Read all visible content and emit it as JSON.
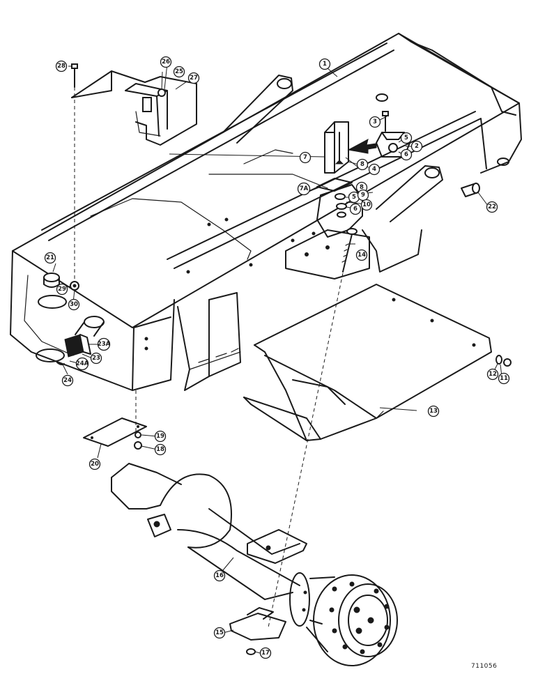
{
  "figure_id": "711056",
  "callouts": [
    {
      "label": "1"
    },
    {
      "label": "2"
    },
    {
      "label": "3"
    },
    {
      "label": "4"
    },
    {
      "label": "5"
    },
    {
      "label": "5"
    },
    {
      "label": "6"
    },
    {
      "label": "6"
    },
    {
      "label": "7"
    },
    {
      "label": "7A"
    },
    {
      "label": "8"
    },
    {
      "label": "8"
    },
    {
      "label": "9"
    },
    {
      "label": "10"
    },
    {
      "label": "11"
    },
    {
      "label": "12"
    },
    {
      "label": "13"
    },
    {
      "label": "14"
    },
    {
      "label": "15"
    },
    {
      "label": "16"
    },
    {
      "label": "17"
    },
    {
      "label": "18"
    },
    {
      "label": "19"
    },
    {
      "label": "20"
    },
    {
      "label": "21"
    },
    {
      "label": "22"
    },
    {
      "label": "23"
    },
    {
      "label": "23A"
    },
    {
      "label": "24"
    },
    {
      "label": "24A"
    },
    {
      "label": "25"
    },
    {
      "label": "26"
    },
    {
      "label": "27"
    },
    {
      "label": "28"
    },
    {
      "label": "29"
    },
    {
      "label": "30"
    }
  ]
}
